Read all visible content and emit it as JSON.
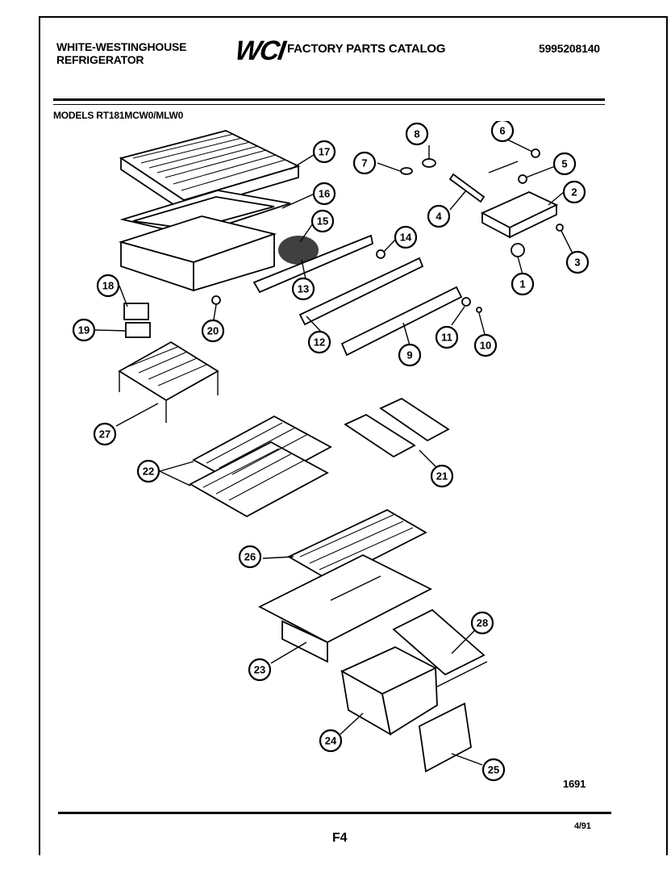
{
  "header": {
    "brand_line1": "WHITE-WESTINGHOUSE",
    "brand_line2": "REFRIGERATOR",
    "logo_text": "WCI",
    "catalog_title": "FACTORY PARTS CATALOG",
    "catalog_number": "5995208140",
    "models": "MODELS RT181MCW0/MLW0"
  },
  "callouts": [
    "1",
    "2",
    "3",
    "4",
    "5",
    "6",
    "7",
    "8",
    "9",
    "10",
    "11",
    "12",
    "13",
    "14",
    "15",
    "16",
    "17",
    "18",
    "19",
    "20",
    "21",
    "22",
    "23",
    "24",
    "25",
    "26",
    "27",
    "28"
  ],
  "footer": {
    "ref_code": "1691",
    "page_id": "F4",
    "date": "4/91"
  }
}
